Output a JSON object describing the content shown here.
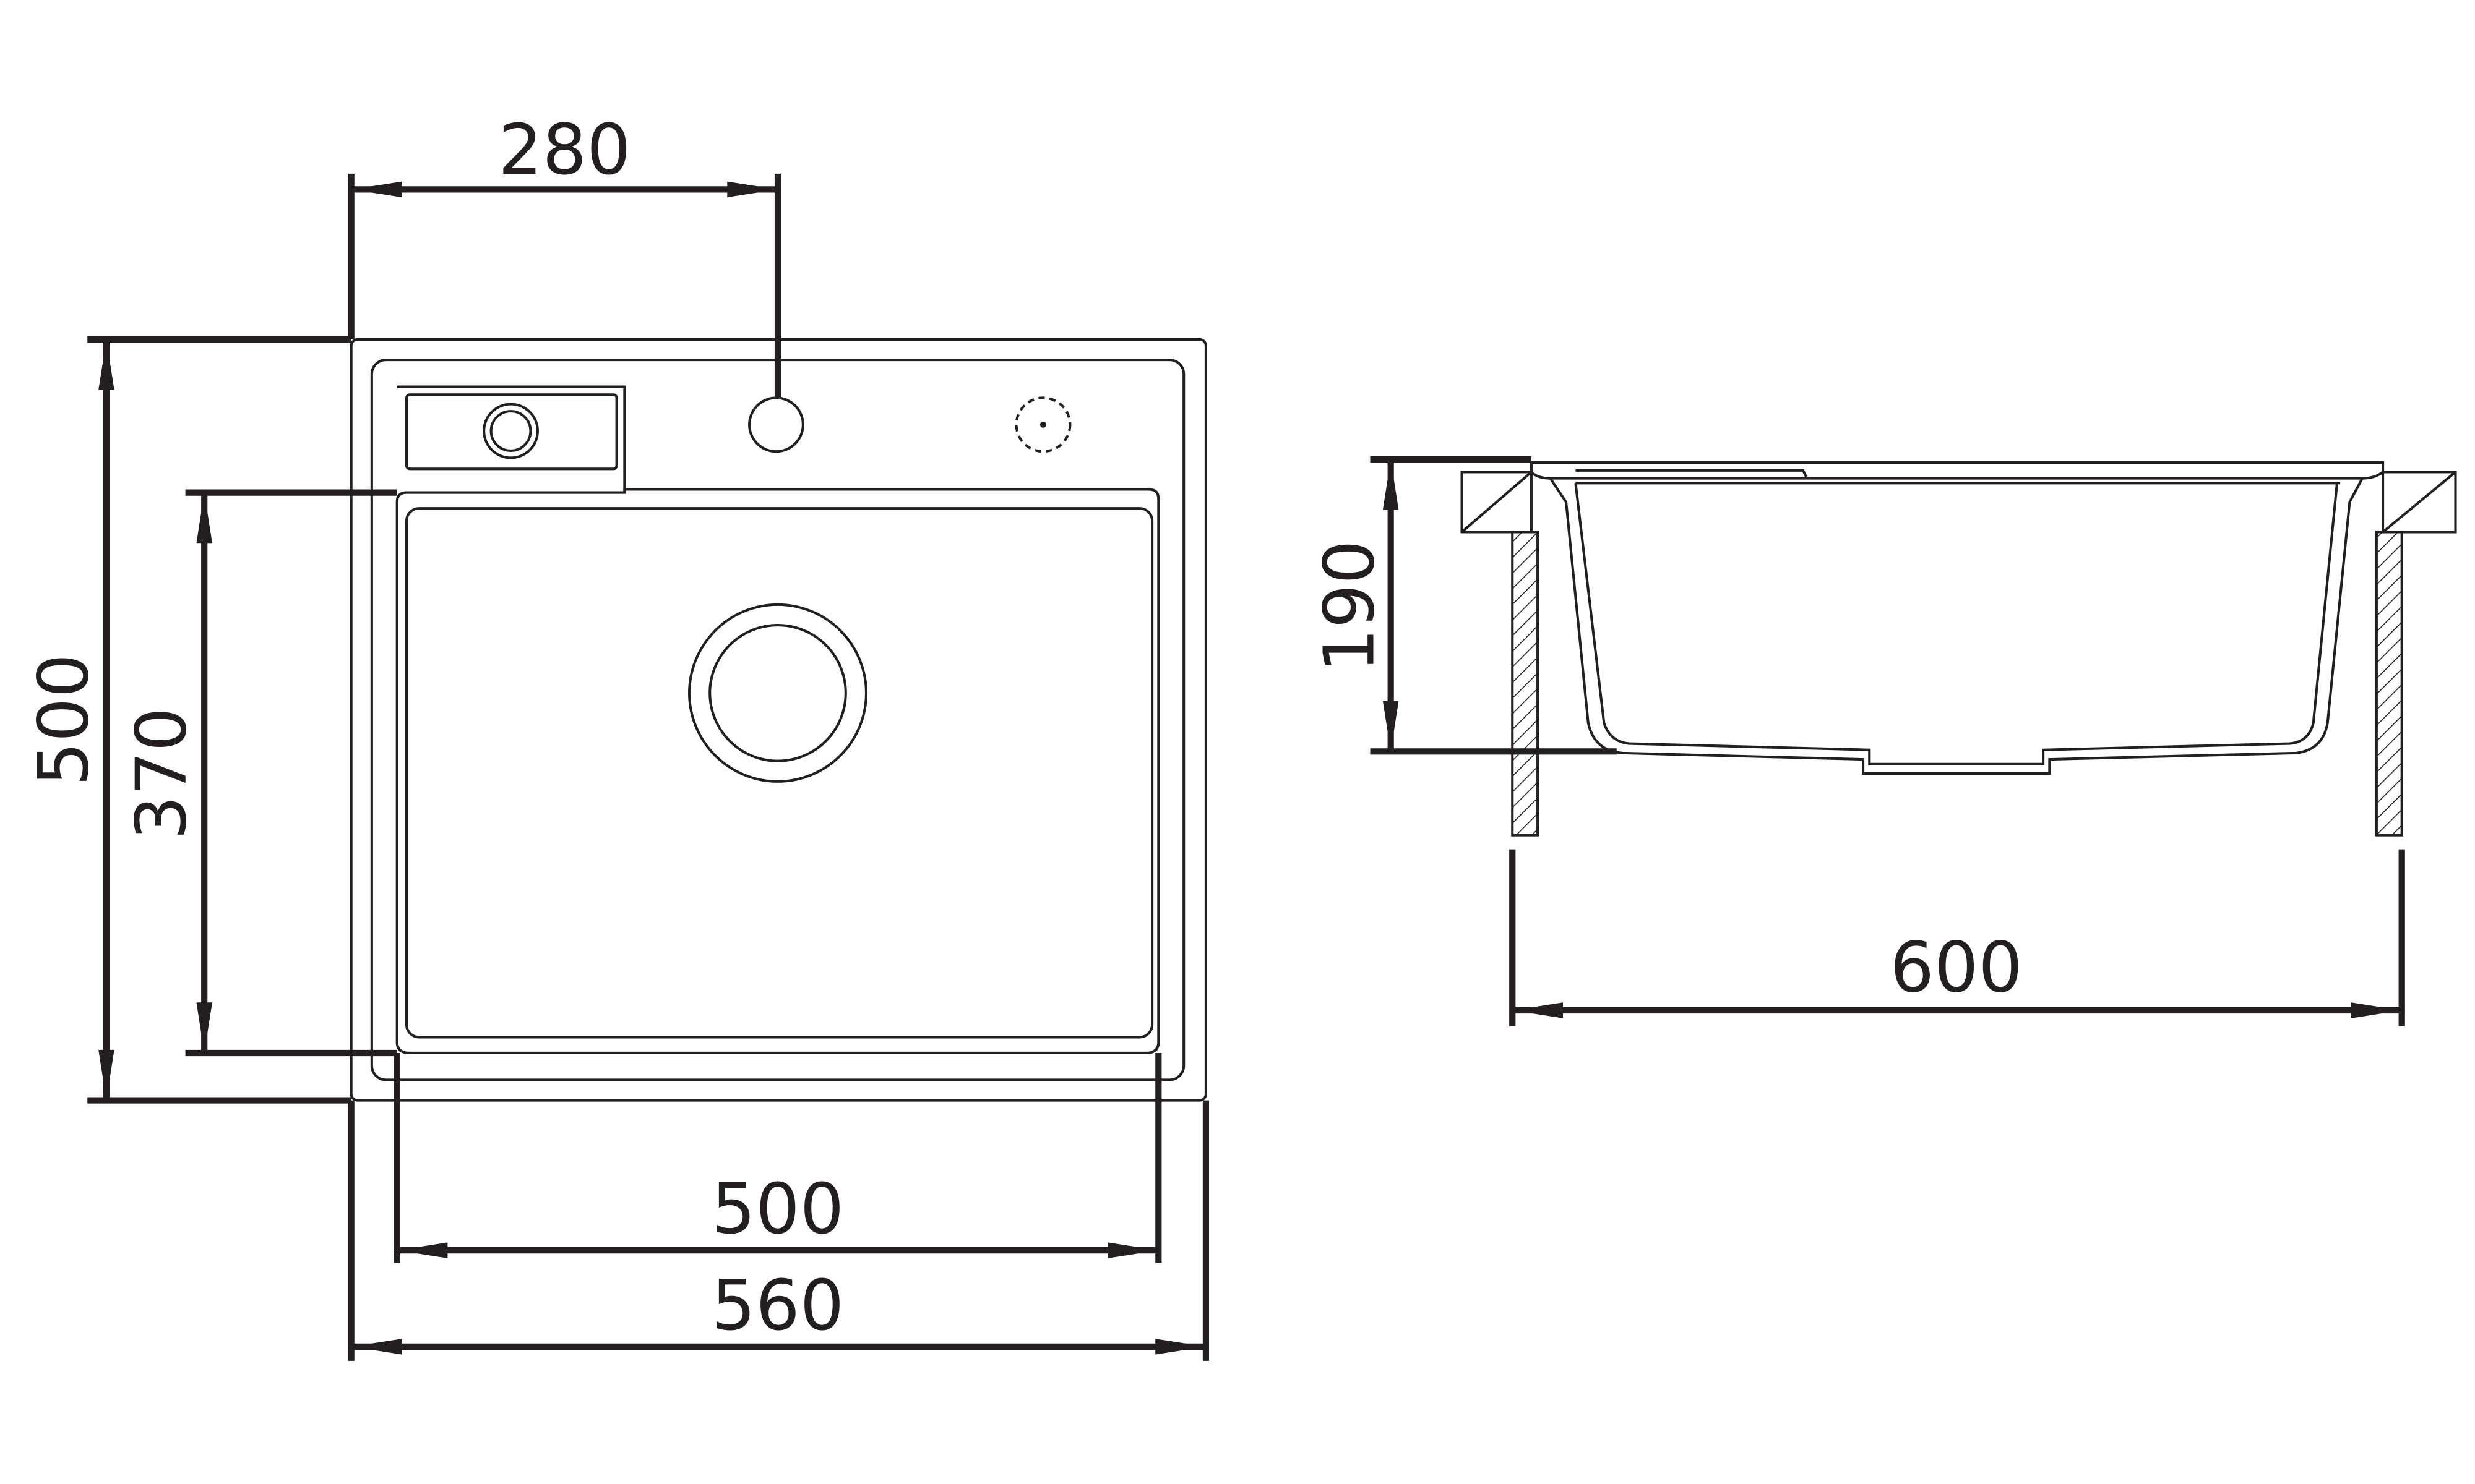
{
  "drawing": {
    "top_view": {
      "dimensions": {
        "tap_offset": "280",
        "overall_depth": "500",
        "bowl_depth": "370",
        "bowl_width": "500",
        "overall_width": "560"
      },
      "features": [
        "drainer-tray",
        "tap-hole",
        "optional-tap-hole",
        "bowl",
        "waste-outlet"
      ]
    },
    "side_view": {
      "dimensions": {
        "bowl_height": "190",
        "cabinet_width": "600"
      },
      "features": [
        "worktop-section",
        "cabinet-wall",
        "sink-profile"
      ]
    },
    "colors": {
      "line": "#231f20",
      "background": "#ffffff"
    }
  }
}
